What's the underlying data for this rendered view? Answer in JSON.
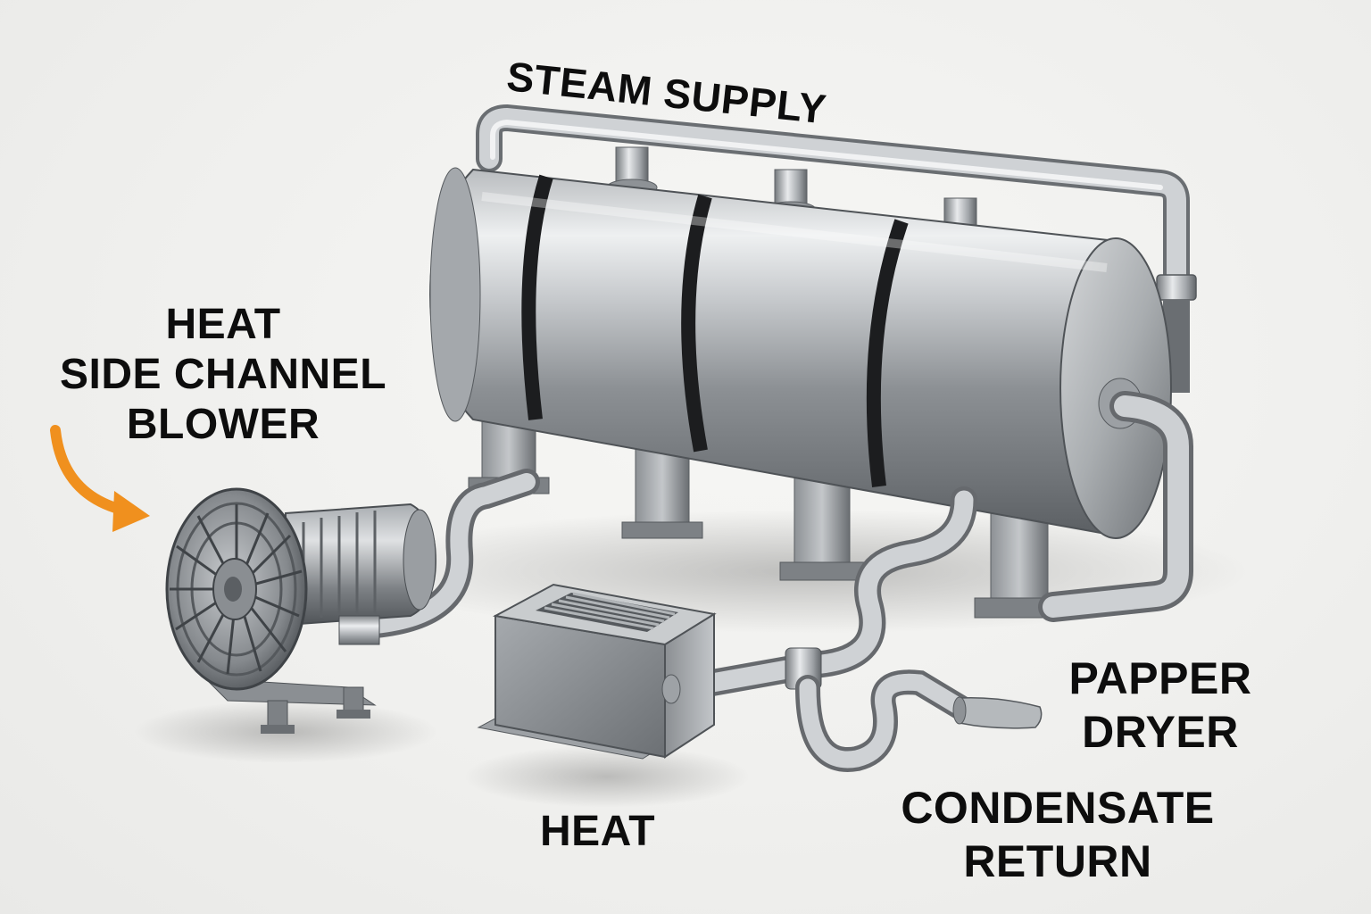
{
  "labels": {
    "steam_supply": "STEAM SUPPLY",
    "blower_line1": "HEAT",
    "blower_line2": "SIDE CHANNEL",
    "blower_line3": "BLOWER",
    "heat": "HEAT",
    "papper_line1": "PAPPER",
    "papper_line2": "DRYER",
    "condensate_line1": "CONDENSATE",
    "condensate_line2": "RETURN"
  },
  "colors": {
    "arrow": "#f0901e",
    "metal_light": "#e4e6e8",
    "metal_mid": "#9ea2a6",
    "metal_dark": "#55595e",
    "band": "#1c1d1f"
  }
}
